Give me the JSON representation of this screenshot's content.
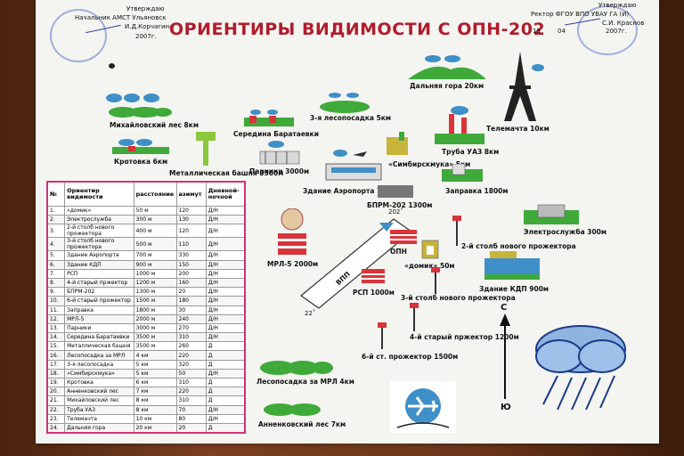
{
  "header": {
    "left_approved": "Утверждаю",
    "left_position": "Начальник АМСТ Ульяновск",
    "left_name": "И.Д.Корчагина",
    "left_year": "2007г.",
    "right_approved": "Утверждаю",
    "right_position": "Ректор ФГОУ ВПО УВАУ ГА (И)",
    "right_name": "С.И. Краснов",
    "right_date_day": "15",
    "right_date_month": "04",
    "right_year": "2007г."
  },
  "title": "ОРИЕНТИРЫ ВИДИМОСТИ С ОПН-202",
  "table": {
    "headers": [
      "№",
      "Ориентир видимости",
      "расстояние",
      "азимут",
      "Дневной-ночной"
    ],
    "rows": [
      [
        "1.",
        "«домик»",
        "50 м",
        "120",
        "Д/Н"
      ],
      [
        "2.",
        "Электрослужба",
        "300 м",
        "130",
        "Д/Н"
      ],
      [
        "3.",
        "2-й столб нового прожектора",
        "400 м",
        "120",
        "Д/Н"
      ],
      [
        "4.",
        "3-й столб нового прожектора",
        "500 м",
        "110",
        "Д/Н"
      ],
      [
        "5.",
        "Здание Аэропорта",
        "700 м",
        "330",
        "Д/Н"
      ],
      [
        "6.",
        "Здание КДП",
        "900 м",
        "150",
        "Д/Н"
      ],
      [
        "7.",
        "РСП",
        "1000 м",
        "200",
        "Д/Н"
      ],
      [
        "8.",
        "4-й старый пржектор",
        "1200 м",
        "160",
        "Д/Н"
      ],
      [
        "9.",
        "БПРМ-202",
        "1300 м",
        "20",
        "Д/Н"
      ],
      [
        "10.",
        "6-й старый прожектор",
        "1500 м",
        "180",
        "Д/Н"
      ],
      [
        "11.",
        "Заправка",
        "1800 м",
        "30",
        "Д/Н"
      ],
      [
        "12.",
        "МРЛ-5",
        "2000 м",
        "240",
        "Д/Н"
      ],
      [
        "13.",
        "Парники",
        "3000 м",
        "270",
        "Д/Н"
      ],
      [
        "14.",
        "Середина Баратаевки",
        "3500 м",
        "310",
        "Д/Н"
      ],
      [
        "15.",
        "Металлическая башня",
        "3500 м",
        "260",
        "Д"
      ],
      [
        "16.",
        "Лесопосадка за МРЛ",
        "4 км",
        "220",
        "Д"
      ],
      [
        "17.",
        "3-я лесопосадка",
        "5 км",
        "320",
        "Д"
      ],
      [
        "18.",
        "«Симбирскмука»",
        "5 км",
        "50",
        "Д/Н"
      ],
      [
        "19.",
        "Кротовка",
        "6 км",
        "310",
        "Д"
      ],
      [
        "20.",
        "Анненковский лес",
        "7 км",
        "220",
        "Д"
      ],
      [
        "21.",
        "Михайловский лес",
        "8 км",
        "310",
        "Д"
      ],
      [
        "22.",
        "Труба УАЗ",
        "8 км",
        "70",
        "Д/Н"
      ],
      [
        "23.",
        "Телемачта",
        "10 км",
        "80",
        "Д/Н"
      ],
      [
        "24.",
        "Дальняя гора",
        "20 км",
        "20",
        "Д"
      ]
    ]
  },
  "map": {
    "mikhailovsky": "Михайловский лес 8км",
    "krotovka": "Кротовка 6км",
    "tower": "Металлическая башня 3500м",
    "baratayevka": "Середина Баратаевки",
    "forest3": "3-я лесопосадка 5км",
    "mountain": "Дальняя гора 20км",
    "telemast": "Телемачта 10км",
    "greenhouse": "Парники 3000м",
    "pipe": "Труба УАЗ 8км",
    "simbirsk": "«Симбирскмука» 5км",
    "airport": "Здание Аэропорта 700м",
    "fuel": "Заправка 1800м",
    "bprm": "БПРМ-202 1300м",
    "angle_202": "202˚",
    "electro": "Электрослужба 300м",
    "mrl": "МРЛ-5 2000м",
    "runway": "ВПП",
    "angle_22": "22˚",
    "opn": "ОПН",
    "pole2": "2-й столб нового прожектора",
    "domik": "«домик» 50м",
    "kdp": "Здание КДП 900м",
    "rsp": "РСП 1000м",
    "pole3": "3-й столб нового прожектора",
    "north": "С",
    "south": "Ю",
    "old4": "4-й старый пржектор 1200м",
    "old6": "6-й ст. прожектор 1500м",
    "forest_mrl": "Лесопосадка за МРЛ 4км",
    "annenkovsky": "Анненковский лес 7км"
  },
  "colors": {
    "title_red": "#b01c2c",
    "table_border": "#d6307a",
    "forest_green": "#3faa3a",
    "building_red": "#d8343a",
    "sky_blue": "#3f8fc8"
  }
}
